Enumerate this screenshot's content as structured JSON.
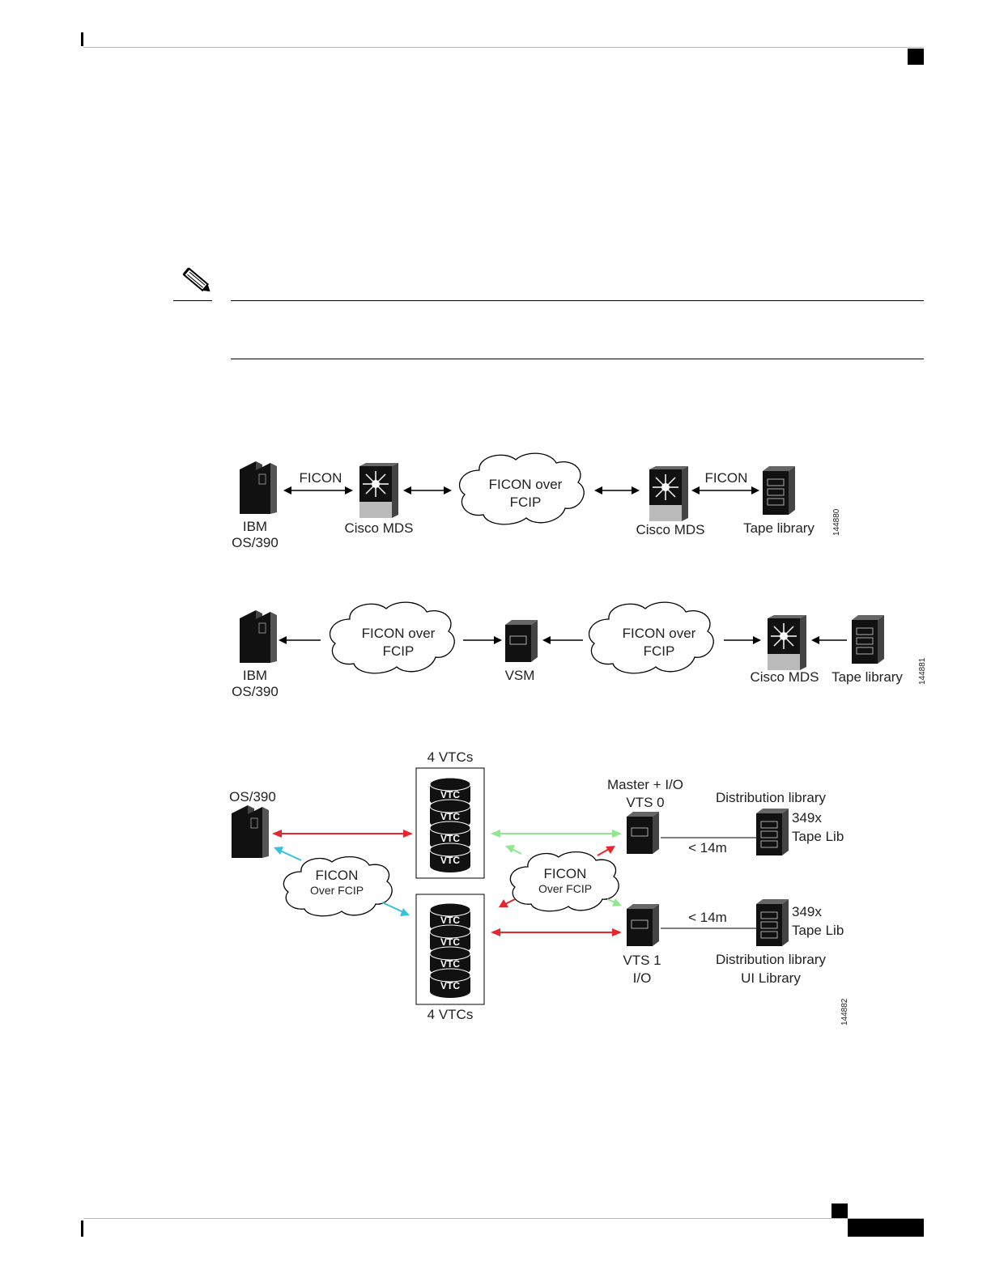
{
  "figure1": {
    "labels": {
      "ibm": "IBM",
      "os390": "OS/390",
      "ficon_left": "FICON",
      "mds_left": "Cisco MDS",
      "cloud_line1": "FICON over",
      "cloud_line2": "FCIP",
      "mds_right": "Cisco MDS",
      "ficon_right": "FICON",
      "tape": "Tape library",
      "figure_id": "144880"
    }
  },
  "figure2": {
    "labels": {
      "ibm": "IBM",
      "os390": "OS/390",
      "cloud1_line1": "FICON over",
      "cloud1_line2": "FCIP",
      "vsm": "VSM",
      "cloud2_line1": "FICON over",
      "cloud2_line2": "FCIP",
      "mds": "Cisco MDS",
      "tape": "Tape library",
      "figure_id": "144881"
    }
  },
  "figure3": {
    "labels": {
      "vtcs_top": "4 VTCs",
      "vtcs_bottom": "4 VTCs",
      "os390": "OS/390",
      "master": "Master + I/O",
      "vts0": "VTS 0",
      "dist_top": "Distribution library",
      "lib_top_line1": "349x",
      "lib_top_line2": "Tape Lib",
      "dist_14m_top": "< 14m",
      "cloud_left_line1": "FICON",
      "cloud_left_line2": "Over FCIP",
      "cloud_right_line1": "FICON",
      "cloud_right_line2": "Over FCIP",
      "dist_14m_bottom": "< 14m",
      "lib_bottom_line1": "349x",
      "lib_bottom_line2": "Tape Lib",
      "vts1": "VTS 1",
      "io": "I/O",
      "dist_bottom": "Distribution library",
      "ui_library": "UI Library",
      "figure_id": "144882"
    },
    "disk_label": "VTC",
    "colors": {
      "red": "#e8262b",
      "green": "#8fe88f",
      "cyan": "#33c3dd"
    }
  },
  "icons": {
    "note": "pencil-icon",
    "mainframe": "mainframe-icon",
    "switch": "mds-switch-icon",
    "tape": "tape-library-icon",
    "server": "vsm-server-icon",
    "disk": "disk-stack-icon",
    "cloud": "cloud-icon"
  }
}
